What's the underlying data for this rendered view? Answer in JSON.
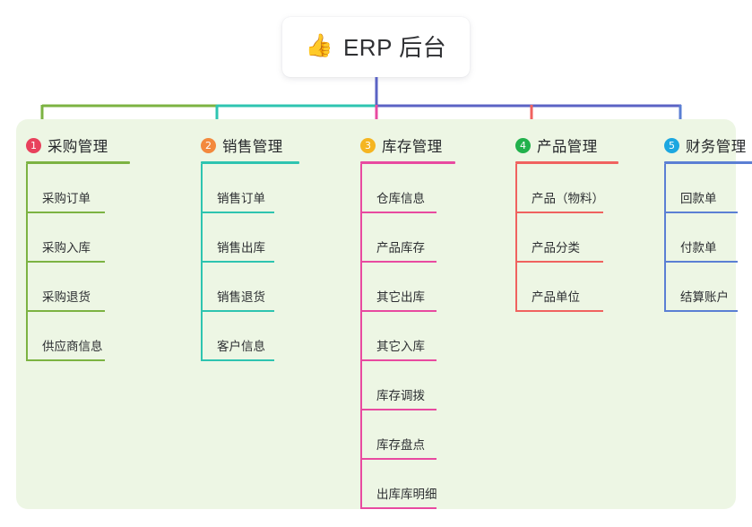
{
  "diagram": {
    "type": "mindmap-tree",
    "root": {
      "icon": "thumbs-up-icon",
      "emoji": "👍",
      "title": "ERP 后台"
    },
    "panel_background": "#edf6e4",
    "branches": [
      {
        "badge": "1",
        "badge_color": "#e8415c",
        "title": "采购管理",
        "line_color": "#7cb342",
        "items": [
          {
            "label": "采购订单"
          },
          {
            "label": "采购入库"
          },
          {
            "label": "采购退货"
          },
          {
            "label": "供应商信息"
          }
        ]
      },
      {
        "badge": "2",
        "badge_color": "#f3893d",
        "title": "销售管理",
        "line_color": "#2ec4b0",
        "items": [
          {
            "label": "销售订单"
          },
          {
            "label": "销售出库"
          },
          {
            "label": "销售退货"
          },
          {
            "label": "客户信息"
          }
        ]
      },
      {
        "badge": "3",
        "badge_color": "#f5b521",
        "title": "库存管理",
        "line_color": "#e84aa0",
        "items": [
          {
            "label": "仓库信息"
          },
          {
            "label": "产品库存"
          },
          {
            "label": "其它出库"
          },
          {
            "label": "其它入库"
          },
          {
            "label": "库存调拨"
          },
          {
            "label": "库存盘点"
          },
          {
            "label": "出库库明细"
          }
        ]
      },
      {
        "badge": "4",
        "badge_color": "#22b14c",
        "title": "产品管理",
        "line_color": "#f0625f",
        "items": [
          {
            "label": "产品（物料）"
          },
          {
            "label": "产品分类"
          },
          {
            "label": "产品单位"
          }
        ]
      },
      {
        "badge": "5",
        "badge_color": "#1ca7e0",
        "title": "财务管理",
        "line_color": "#5b7fd4",
        "items": [
          {
            "label": "回款单"
          },
          {
            "label": "付款单"
          },
          {
            "label": "结算账户"
          }
        ]
      }
    ],
    "connector": {
      "stem_color": "#5b63c4",
      "bus_segments": [
        {
          "color": "#7cb342"
        },
        {
          "color": "#2ec4b0"
        },
        {
          "color": "#5b63c4"
        }
      ]
    }
  }
}
